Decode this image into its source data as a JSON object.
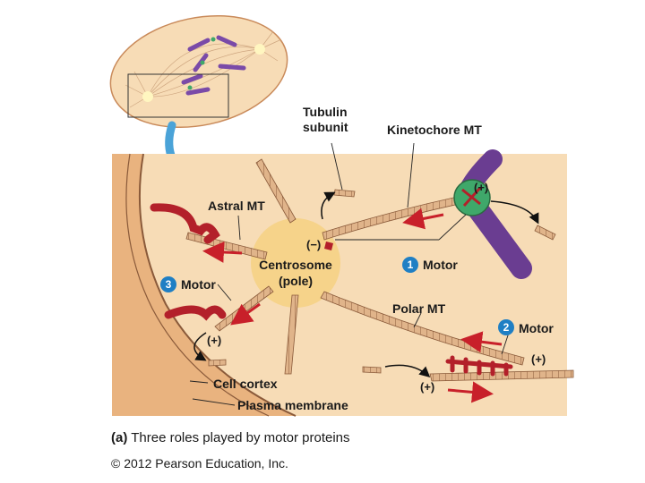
{
  "labels": {
    "tubulin_subunit_line1": "Tubulin",
    "tubulin_subunit_line2": "subunit",
    "kinetochore_mt": "Kinetochore MT",
    "astral_mt": "Astral MT",
    "centrosome_line1": "Centrosome",
    "centrosome_line2": "(pole)",
    "motor": "Motor",
    "polar_mt": "Polar MT",
    "cell_cortex": "Cell cortex",
    "plasma_membrane": "Plasma membrane"
  },
  "signs": {
    "minus": "(−)",
    "plus": "(+)"
  },
  "motor_numbers": {
    "one": "1",
    "two": "2",
    "three": "3"
  },
  "caption": {
    "part": "(a)",
    "text": " Three roles played by motor proteins"
  },
  "copyright": "© 2012 Pearson Education, Inc.",
  "colors": {
    "cytoplasm": "#f7dcb6",
    "cortex": "#e9b37f",
    "centrosome": "#f6d38a",
    "motor": "#b3202a",
    "chromosome": "#6a3d91",
    "kinetochore": "#3fa86a",
    "arrow_blue": "#4aa3d8",
    "badge_blue": "#1f7fc4"
  }
}
